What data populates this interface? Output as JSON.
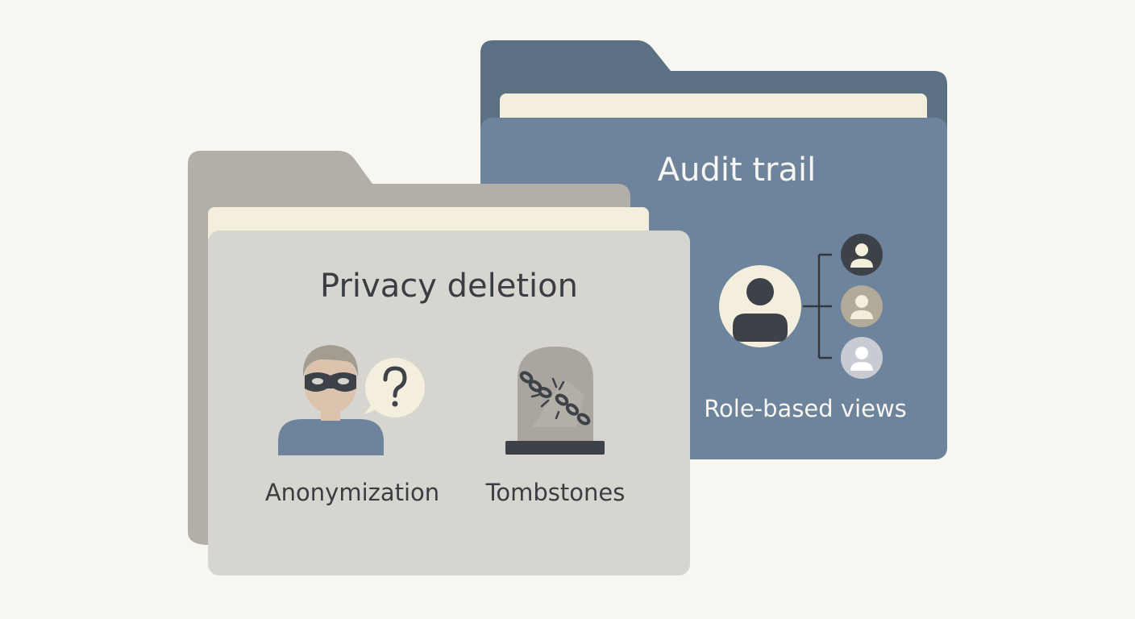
{
  "folders": {
    "audit": {
      "title": "Audit trail",
      "caption": "Role-based views"
    },
    "privacy": {
      "title": "Privacy deletion",
      "items": [
        {
          "label": "Anonymization",
          "icon": "masked-person-icon"
        },
        {
          "label": "Tombstones",
          "icon": "tombstone-broken-chain-icon"
        }
      ]
    }
  },
  "colors": {
    "background": "#f7f6f1",
    "audit_folder_back": "#5b7083",
    "audit_folder_front": "#6e849c",
    "privacy_folder_back": "#b1afa7",
    "privacy_folder_front": "#d6d5d0",
    "paper": "#f4eedc",
    "dark": "#3d4248"
  }
}
